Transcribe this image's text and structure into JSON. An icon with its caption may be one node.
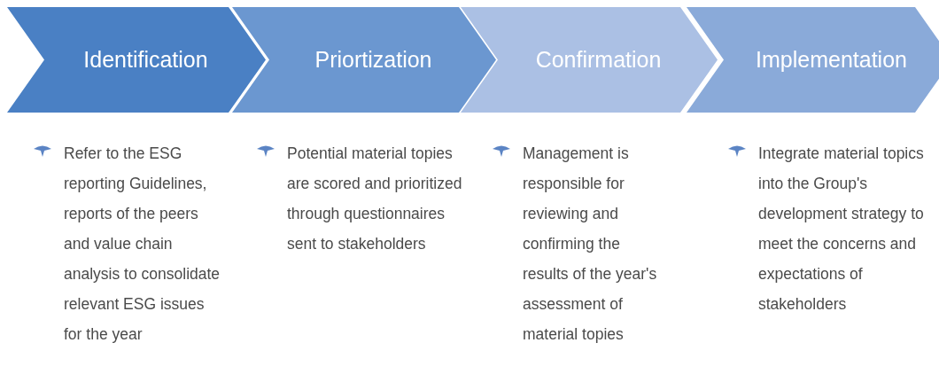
{
  "diagram": {
    "nodes": [
      {
        "text": [
          "Identification"
        ],
        "beside": [
          "Refer to the ESG reporting Guidelines, reports of the peers and value chain analysis to consolidate relevant ESG issues for the year"
        ]
      },
      {
        "text": [
          "Priortization"
        ],
        "beside": [
          "Potential material topies are scored and prioritized through questionnaires sent to stakeholders"
        ]
      },
      {
        "text": [
          "Confirmation"
        ],
        "beside": [
          "Management is responsible for reviewing and confirming the results of the year's assessment of material topies"
        ]
      },
      {
        "text": [
          "Implementation"
        ],
        "beside": [
          "Integrate material topics into the Group's development strategy to meet the concerns and expectations of stakeholders"
        ]
      }
    ]
  }
}
